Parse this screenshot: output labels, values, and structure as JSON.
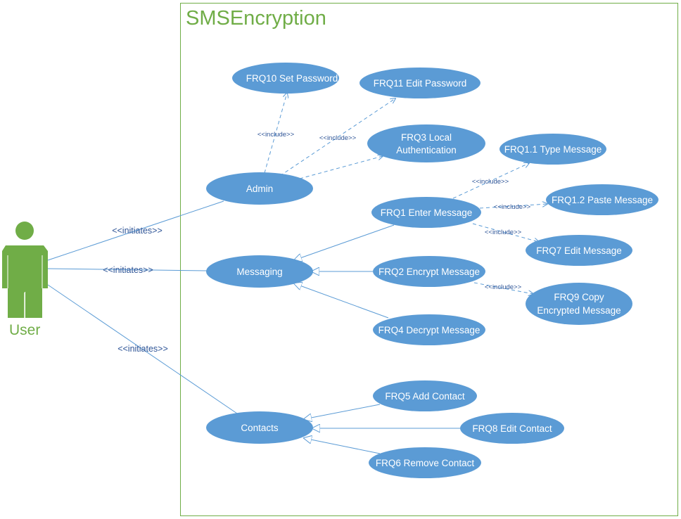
{
  "system": {
    "title": "SMSEncryption"
  },
  "actor": {
    "label": "User"
  },
  "colors": {
    "usecase_fill": "#5b9bd5",
    "usecase_text": "#ffffff",
    "line": "#5b9bd5",
    "label": "#2f5597",
    "system_border": "#70ad47",
    "actor": "#70ad47"
  },
  "use_cases": {
    "admin": "Admin",
    "messaging": "Messaging",
    "contacts": "Contacts",
    "frq10": "FRQ10 Set Password",
    "frq11": "FRQ11 Edit Password",
    "frq3_line1": "FRQ3 Local",
    "frq3_line2": "Authentication",
    "frq1_1": "FRQ1.1 Type Message",
    "frq1": "FRQ1 Enter Message",
    "frq1_2": "FRQ1.2 Paste Message",
    "frq7": "FRQ7 Edit Message",
    "frq2": "FRQ2 Encrypt Message",
    "frq9_line1": "FRQ9 Copy",
    "frq9_line2": "Encrypted Message",
    "frq4": "FRQ4 Decrypt Message",
    "frq5": "FRQ5 Add Contact",
    "frq8": "FRQ8 Edit Contact",
    "frq6": "FRQ6 Remove Contact"
  },
  "relations": {
    "initiates": "<<initiates>>",
    "include": "<<include>>"
  }
}
